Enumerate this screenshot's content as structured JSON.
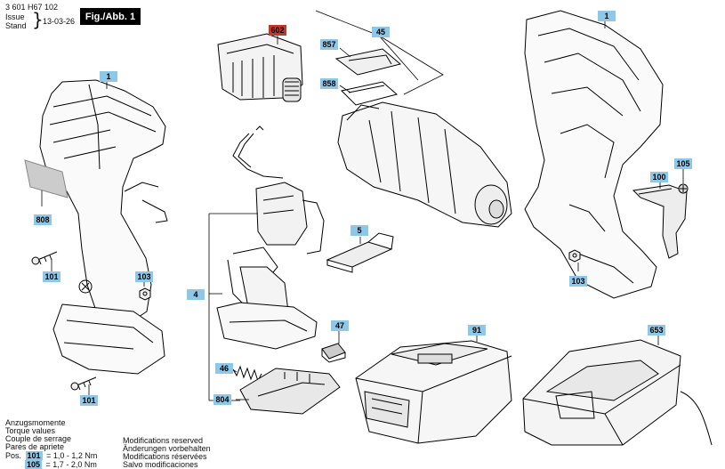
{
  "header": {
    "doc_number": "3 601 H67 102",
    "issue_label": "Issue",
    "stand_label": "Stand",
    "date": "13-03-26",
    "figure_label": "Fig./Abb. 1"
  },
  "parts": {
    "housing_left": "1",
    "housing_right": "1",
    "motor": "602",
    "gearbox": "45",
    "guide_857": "857",
    "guide_858": "858",
    "nameplate": "808",
    "screw_101_upper": "101",
    "screw_101_lower": "101",
    "nut_103_left": "103",
    "nut_103_right": "103",
    "electronics_assembly": "4",
    "switch_slide": "5",
    "spring": "46",
    "contact_47": "47",
    "bracket": "804",
    "battery": "91",
    "charger": "653",
    "belt_clip": "100",
    "clip_screw": "105"
  },
  "torque": {
    "heading_lines": [
      "Anzugsmomente",
      "Torque values",
      "Couple de serrage",
      "Pares de apriete"
    ],
    "pos_label": "Pos.",
    "rows": [
      {
        "part": "101",
        "value": "= 1,0 - 1,2 Nm"
      },
      {
        "part": "105",
        "value": "= 1,7 - 2,0 Nm"
      }
    ]
  },
  "modifications": [
    "Modifications reserved",
    "Änderungen vorbehalten",
    "Modifications réservées",
    "Salvo modificaciones"
  ]
}
